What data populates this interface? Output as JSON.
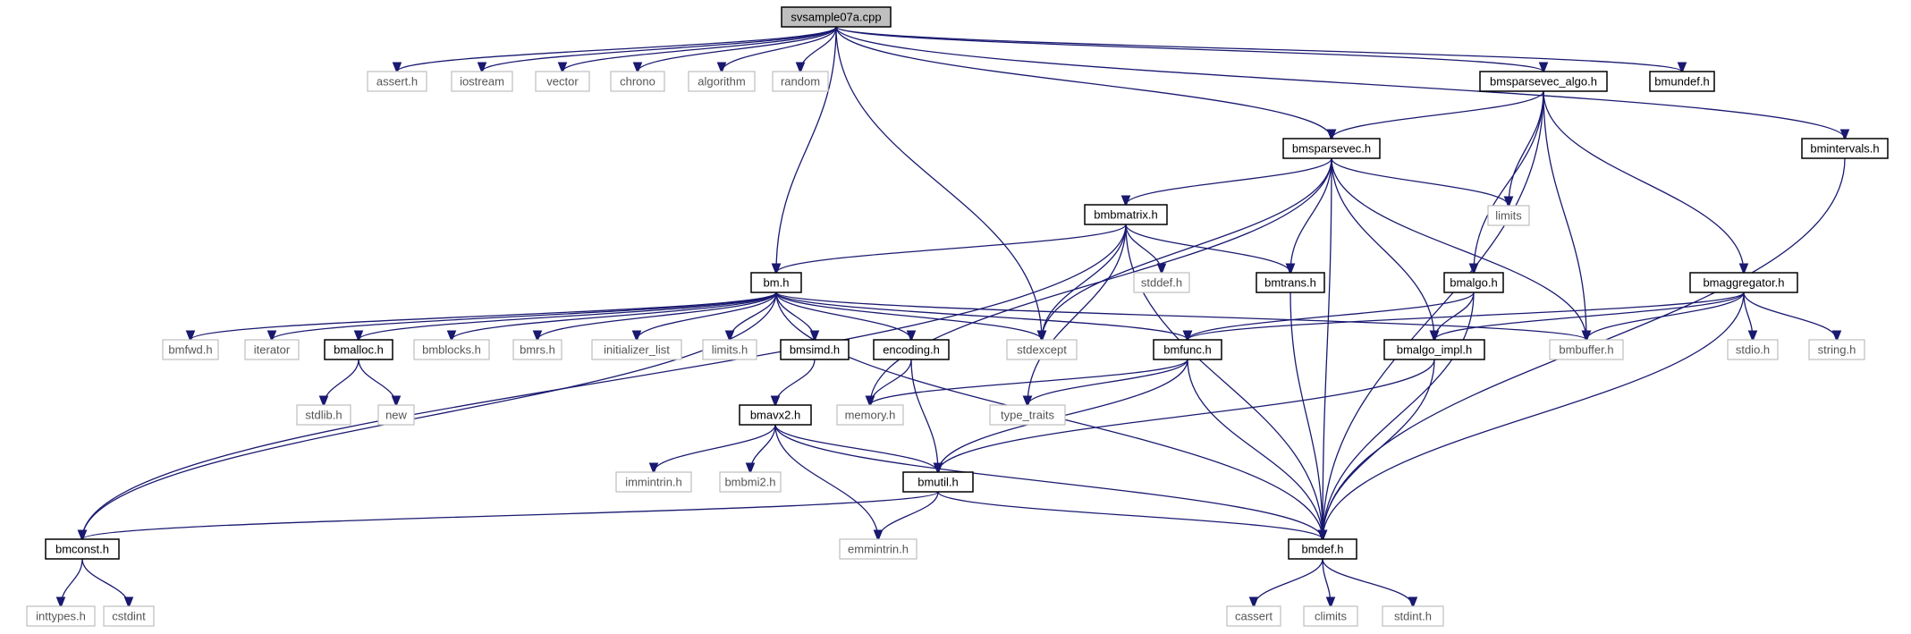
{
  "graph": {
    "nodes": [
      {
        "id": "svsample07a",
        "label": "svsample07a.cpp",
        "kind": "root"
      },
      {
        "id": "assert",
        "label": "assert.h",
        "kind": "external"
      },
      {
        "id": "iostream",
        "label": "iostream",
        "kind": "external"
      },
      {
        "id": "vector",
        "label": "vector",
        "kind": "external"
      },
      {
        "id": "chrono",
        "label": "chrono",
        "kind": "external"
      },
      {
        "id": "algorithm",
        "label": "algorithm",
        "kind": "external"
      },
      {
        "id": "random",
        "label": "random",
        "kind": "external"
      },
      {
        "id": "bmsparsevec_algo",
        "label": "bmsparsevec_algo.h",
        "kind": "documented"
      },
      {
        "id": "bmundef",
        "label": "bmundef.h",
        "kind": "documented"
      },
      {
        "id": "bmsparsevec",
        "label": "bmsparsevec.h",
        "kind": "documented"
      },
      {
        "id": "bmintervals",
        "label": "bmintervals.h",
        "kind": "documented"
      },
      {
        "id": "limits",
        "label": "limits",
        "kind": "external"
      },
      {
        "id": "bmbmatrix",
        "label": "bmbmatrix.h",
        "kind": "documented"
      },
      {
        "id": "bm",
        "label": "bm.h",
        "kind": "documented"
      },
      {
        "id": "stddef",
        "label": "stddef.h",
        "kind": "external"
      },
      {
        "id": "bmtrans",
        "label": "bmtrans.h",
        "kind": "documented"
      },
      {
        "id": "bmalgo",
        "label": "bmalgo.h",
        "kind": "documented"
      },
      {
        "id": "bmaggregator",
        "label": "bmaggregator.h",
        "kind": "documented"
      },
      {
        "id": "bmfwd",
        "label": "bmfwd.h",
        "kind": "external"
      },
      {
        "id": "iterator",
        "label": "iterator",
        "kind": "external"
      },
      {
        "id": "bmalloc",
        "label": "bmalloc.h",
        "kind": "documented"
      },
      {
        "id": "bmblocks",
        "label": "bmblocks.h",
        "kind": "external"
      },
      {
        "id": "bmrs",
        "label": "bmrs.h",
        "kind": "external"
      },
      {
        "id": "initializer_list",
        "label": "initializer_list",
        "kind": "external"
      },
      {
        "id": "limits_h",
        "label": "limits.h",
        "kind": "external"
      },
      {
        "id": "bmsimd",
        "label": "bmsimd.h",
        "kind": "documented"
      },
      {
        "id": "encoding",
        "label": "encoding.h",
        "kind": "documented"
      },
      {
        "id": "stdexcept",
        "label": "stdexcept",
        "kind": "external"
      },
      {
        "id": "bmfunc",
        "label": "bmfunc.h",
        "kind": "documented"
      },
      {
        "id": "bmalgo_impl",
        "label": "bmalgo_impl.h",
        "kind": "documented"
      },
      {
        "id": "bmbuffer",
        "label": "bmbuffer.h",
        "kind": "external"
      },
      {
        "id": "stdio",
        "label": "stdio.h",
        "kind": "external"
      },
      {
        "id": "string_h",
        "label": "string.h",
        "kind": "external"
      },
      {
        "id": "stdlib",
        "label": "stdlib.h",
        "kind": "external"
      },
      {
        "id": "new",
        "label": "new",
        "kind": "external"
      },
      {
        "id": "memory",
        "label": "memory.h",
        "kind": "external"
      },
      {
        "id": "type_traits",
        "label": "type_traits",
        "kind": "external"
      },
      {
        "id": "bmavx2",
        "label": "bmavx2.h",
        "kind": "documented"
      },
      {
        "id": "immintrin",
        "label": "immintrin.h",
        "kind": "external"
      },
      {
        "id": "bmbmi2",
        "label": "bmbmi2.h",
        "kind": "external"
      },
      {
        "id": "bmutil",
        "label": "bmutil.h",
        "kind": "documented"
      },
      {
        "id": "bmconst",
        "label": "bmconst.h",
        "kind": "documented"
      },
      {
        "id": "emmintrin",
        "label": "emmintrin.h",
        "kind": "external"
      },
      {
        "id": "bmdef",
        "label": "bmdef.h",
        "kind": "documented"
      },
      {
        "id": "inttypes",
        "label": "inttypes.h",
        "kind": "external"
      },
      {
        "id": "cstdint",
        "label": "cstdint",
        "kind": "external"
      },
      {
        "id": "cassert",
        "label": "cassert",
        "kind": "external"
      },
      {
        "id": "climits",
        "label": "climits",
        "kind": "external"
      },
      {
        "id": "stdint",
        "label": "stdint.h",
        "kind": "external"
      }
    ],
    "edges": [
      [
        "svsample07a",
        "assert"
      ],
      [
        "svsample07a",
        "iostream"
      ],
      [
        "svsample07a",
        "vector"
      ],
      [
        "svsample07a",
        "chrono"
      ],
      [
        "svsample07a",
        "algorithm"
      ],
      [
        "svsample07a",
        "random"
      ],
      [
        "svsample07a",
        "bm"
      ],
      [
        "svsample07a",
        "stdexcept"
      ],
      [
        "svsample07a",
        "bmsparsevec"
      ],
      [
        "svsample07a",
        "bmsparsevec_algo"
      ],
      [
        "svsample07a",
        "bmundef"
      ],
      [
        "svsample07a",
        "bmintervals"
      ],
      [
        "bmsparsevec_algo",
        "bmsparsevec"
      ],
      [
        "bmsparsevec_algo",
        "limits"
      ],
      [
        "bmsparsevec_algo",
        "bmalgo"
      ],
      [
        "bmsparsevec_algo",
        "bmbuffer"
      ],
      [
        "bmsparsevec_algo",
        "bmdef"
      ],
      [
        "bmsparsevec_algo",
        "bmaggregator"
      ],
      [
        "bmintervals",
        "bmdef"
      ],
      [
        "bmsparsevec",
        "stdexcept"
      ],
      [
        "bmsparsevec",
        "bmbmatrix"
      ],
      [
        "bmsparsevec",
        "limits"
      ],
      [
        "bmsparsevec",
        "memory"
      ],
      [
        "bmsparsevec",
        "bmtrans"
      ],
      [
        "bmsparsevec",
        "bmdef"
      ],
      [
        "bmsparsevec",
        "bmalgo_impl"
      ],
      [
        "bmsparsevec",
        "bmbuffer"
      ],
      [
        "bmbmatrix",
        "bm"
      ],
      [
        "bmbmatrix",
        "bmconst"
      ],
      [
        "bmbmatrix",
        "stdexcept"
      ],
      [
        "bmbmatrix",
        "type_traits"
      ],
      [
        "bmbmatrix",
        "stddef"
      ],
      [
        "bmbmatrix",
        "bmtrans"
      ],
      [
        "bmbmatrix",
        "bmdef"
      ],
      [
        "bmtrans",
        "bmdef"
      ],
      [
        "bmalgo",
        "bmfunc"
      ],
      [
        "bmalgo",
        "bmalgo_impl"
      ],
      [
        "bmalgo",
        "bmdef"
      ],
      [
        "bmaggregator",
        "bmfunc"
      ],
      [
        "bmaggregator",
        "bmalgo_impl"
      ],
      [
        "bmaggregator",
        "bmbuffer"
      ],
      [
        "bmaggregator",
        "stdio"
      ],
      [
        "bmaggregator",
        "string_h"
      ],
      [
        "bmaggregator",
        "bmdef"
      ],
      [
        "bm",
        "bmfwd"
      ],
      [
        "bm",
        "iterator"
      ],
      [
        "bm",
        "bmalloc"
      ],
      [
        "bm",
        "bmblocks"
      ],
      [
        "bm",
        "bmrs"
      ],
      [
        "bm",
        "initializer_list"
      ],
      [
        "bm",
        "limits_h"
      ],
      [
        "bm",
        "bmsimd"
      ],
      [
        "bm",
        "encoding"
      ],
      [
        "bm",
        "stdexcept"
      ],
      [
        "bm",
        "bmfunc"
      ],
      [
        "bm",
        "bmbuffer"
      ],
      [
        "bm",
        "bmconst"
      ],
      [
        "bm",
        "bmdef"
      ],
      [
        "bmalloc",
        "stdlib"
      ],
      [
        "bmalloc",
        "new"
      ],
      [
        "bmsimd",
        "bmavx2"
      ],
      [
        "encoding",
        "memory"
      ],
      [
        "encoding",
        "bmutil"
      ],
      [
        "bmfunc",
        "memory"
      ],
      [
        "bmfunc",
        "type_traits"
      ],
      [
        "bmfunc",
        "bmutil"
      ],
      [
        "bmfunc",
        "bmdef"
      ],
      [
        "bmalgo_impl",
        "bmutil"
      ],
      [
        "bmalgo_impl",
        "bmdef"
      ],
      [
        "bmavx2",
        "immintrin"
      ],
      [
        "bmavx2",
        "bmbmi2"
      ],
      [
        "bmavx2",
        "bmutil"
      ],
      [
        "bmavx2",
        "emmintrin"
      ],
      [
        "bmavx2",
        "bmdef"
      ],
      [
        "bmutil",
        "bmconst"
      ],
      [
        "bmutil",
        "emmintrin"
      ],
      [
        "bmutil",
        "bmdef"
      ],
      [
        "bmconst",
        "inttypes"
      ],
      [
        "bmconst",
        "cstdint"
      ],
      [
        "bmdef",
        "cassert"
      ],
      [
        "bmdef",
        "climits"
      ],
      [
        "bmdef",
        "stdint"
      ]
    ]
  }
}
